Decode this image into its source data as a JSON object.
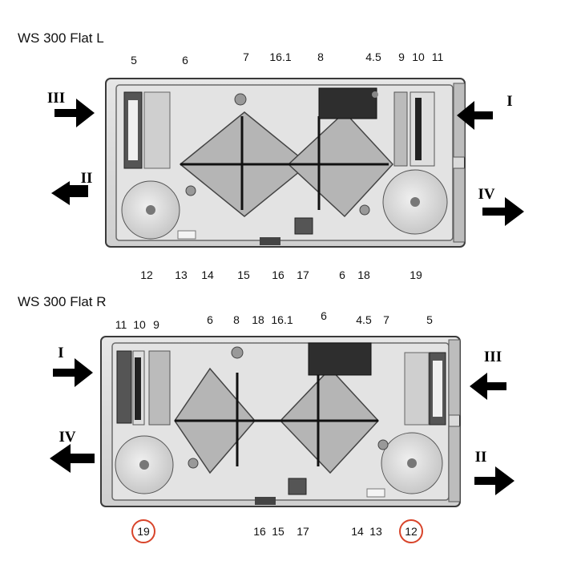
{
  "diagrams": [
    {
      "title": "WS 300 Flat L",
      "top_labels": [
        "5",
        "6",
        "7",
        "16.1",
        "8",
        "4.5",
        "9",
        "10",
        "11"
      ],
      "bottom_labels": [
        "12",
        "13",
        "14",
        "15",
        "16",
        "17",
        "6",
        "18",
        "19"
      ],
      "ports": [
        "III",
        "II",
        "I",
        "IV"
      ],
      "circled": []
    },
    {
      "title": "WS 300 Flat R",
      "top_labels": [
        "11",
        "10",
        "9",
        "6",
        "8",
        "18",
        "16.1",
        "6",
        "4.5",
        "7",
        "5"
      ],
      "bottom_labels": [
        "19",
        "16",
        "15",
        "17",
        "14",
        "13",
        "12"
      ],
      "ports": [
        "I",
        "IV",
        "III",
        "II"
      ],
      "circled": [
        "19",
        "12"
      ]
    }
  ],
  "colors": {
    "outline": "#3a3a3a",
    "body": "#d9d9d9",
    "exchanger": "#b5b5b5",
    "highlight": "#d8442a"
  }
}
